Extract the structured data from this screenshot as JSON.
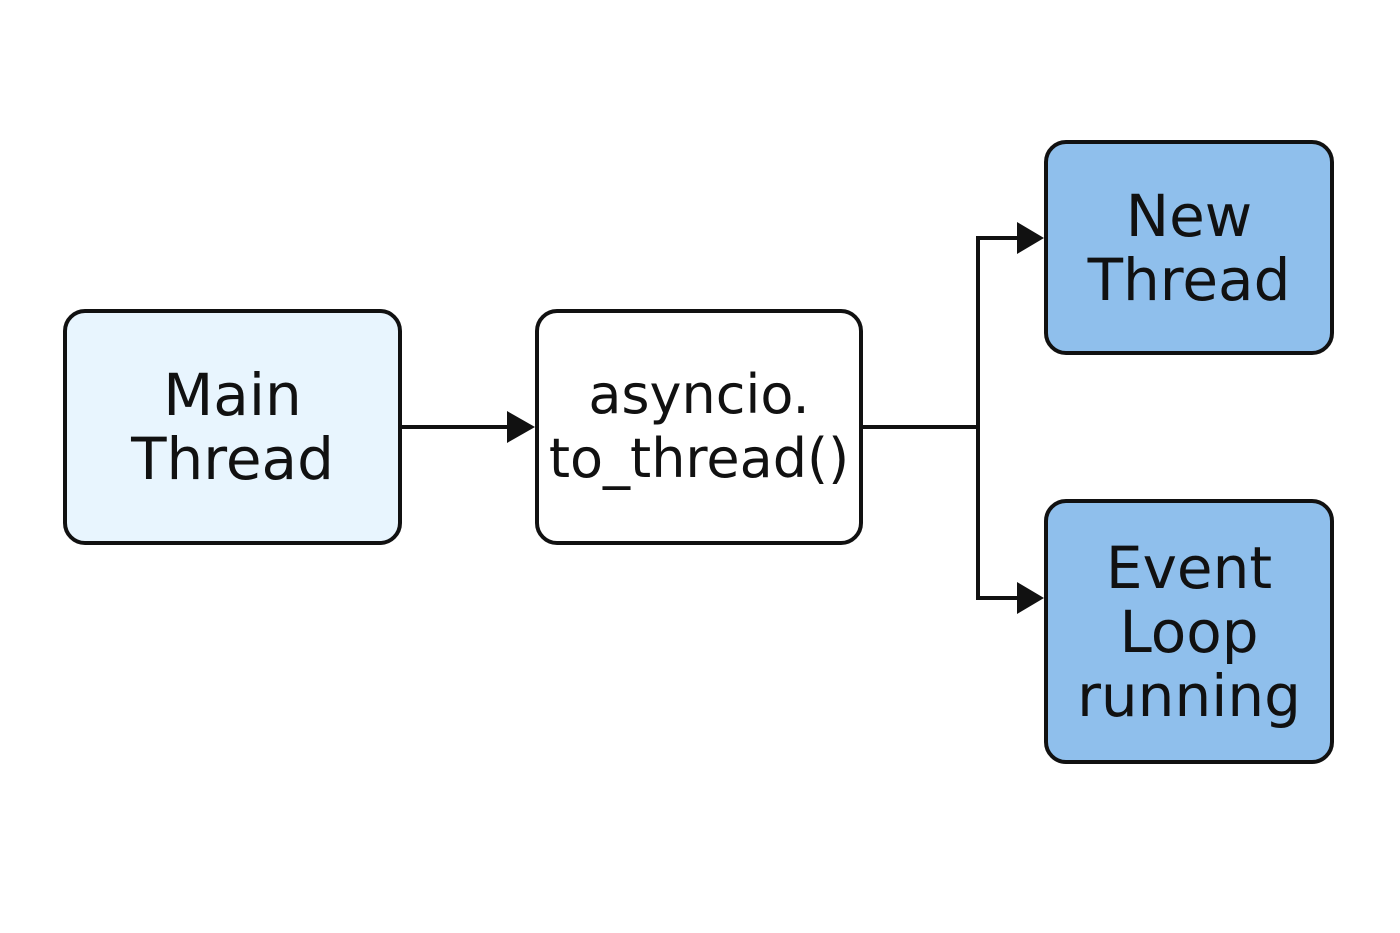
{
  "nodes": {
    "main_thread": {
      "lines": [
        "Main",
        "Thread"
      ]
    },
    "to_thread": {
      "lines": [
        "asyncio.",
        "to_thread()"
      ]
    },
    "new_thread": {
      "lines": [
        "New",
        "Thread"
      ]
    },
    "event_loop": {
      "lines": [
        "Event",
        "Loop",
        "running"
      ]
    }
  },
  "colors": {
    "main_fill": "#e8f5fe",
    "to_thread_fill": "#ffffff",
    "target_fill": "#8fbfec",
    "stroke": "#111111"
  }
}
